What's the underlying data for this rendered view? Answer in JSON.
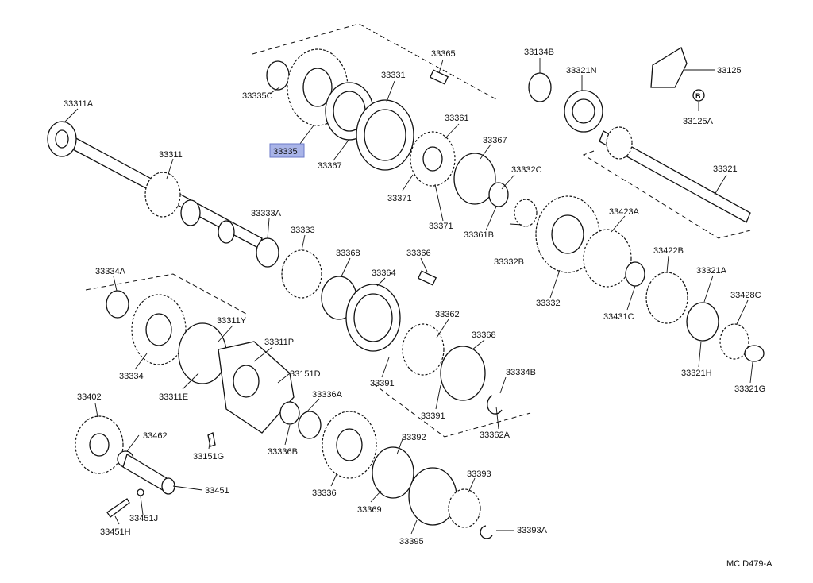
{
  "refs": {
    "b": "B"
  },
  "labels": {
    "p33311A": "33311A",
    "p33311": "33311",
    "p33335C": "33335C",
    "p33335": "33335",
    "p33367a": "33367",
    "p33331": "33331",
    "p33365": "33365",
    "p33361": "33361",
    "p33367b": "33367",
    "p33332C": "33332C",
    "p33371a": "33371",
    "p33371b": "33371",
    "p33361B": "33361B",
    "p33134B": "33134B",
    "p33321N": "33321N",
    "p33125": "33125",
    "p33125A": "33125A",
    "p33321": "33321",
    "p33333A": "33333A",
    "p33333": "33333",
    "p33368a": "33368",
    "p33366": "33366",
    "p33364": "33364",
    "p33362": "33362",
    "p33368b": "33368",
    "p33391a": "33391",
    "p33391b": "33391",
    "p33334B": "33334B",
    "p33362A": "33362A",
    "p33332B": "33332B",
    "p33332": "33332",
    "p33423A": "33423A",
    "p33431C": "33431C",
    "p33422B": "33422B",
    "p33321A": "33321A",
    "p33428C": "33428C",
    "p33321H": "33321H",
    "p33321G": "33321G",
    "p33334A": "33334A",
    "p33334": "33334",
    "p33311Y": "33311Y",
    "p33311P": "33311P",
    "p33151D": "33151D",
    "p33311E": "33311E",
    "p33336A": "33336A",
    "p33336B": "33336B",
    "p33151G": "33151G",
    "p33402": "33402",
    "p33462": "33462",
    "p33451": "33451",
    "p33451J": "33451J",
    "p33451H": "33451H",
    "p33336": "33336",
    "p33369": "33369",
    "p33392": "33392",
    "p33395": "33395",
    "p33393": "33393",
    "p33393A": "33393A"
  },
  "highlight": {
    "part": "33335",
    "color": "#a9b4e8"
  },
  "footer": {
    "code": "MC D479-A"
  }
}
